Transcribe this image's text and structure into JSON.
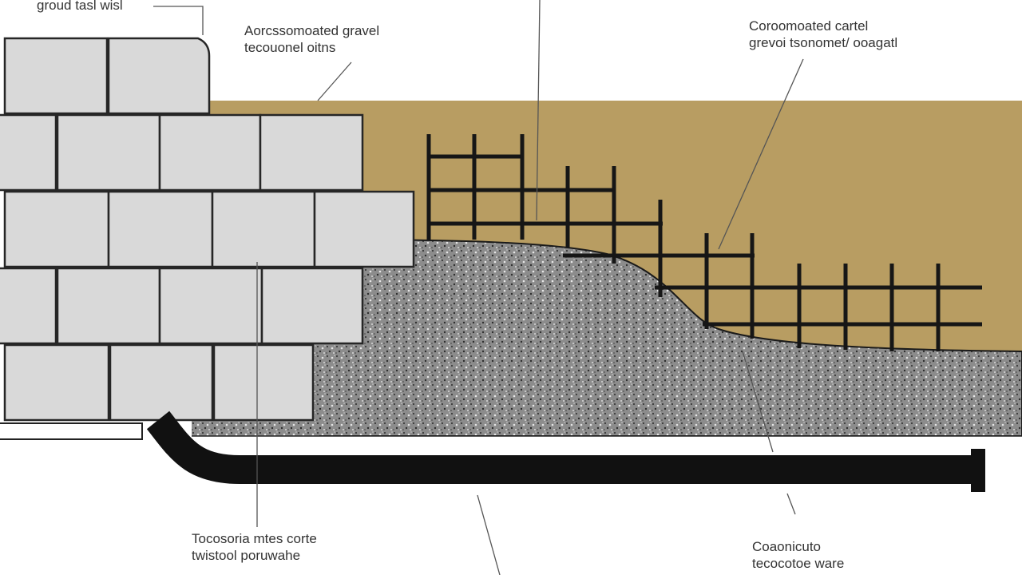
{
  "labels": {
    "top_left": [
      "groud tasl wisl"
    ],
    "top_center": [
      "Aorcssomoated gravel",
      "tecouonel oitns"
    ],
    "top_right": [
      "Coroomoated cartel",
      "grevoi tsonomet/ ooagatl"
    ],
    "bottom_left": [
      "Tocosoria mtes corte",
      "twistool poruwahe"
    ],
    "bottom_right": [
      "Coaonicuto",
      "tecocotoe ware"
    ]
  },
  "colors": {
    "soil": "#b79d63",
    "block_fill": "#dadada",
    "block_stroke": "#2a2a2a",
    "gravel": "#8a8a8a",
    "gravel_dots": "#3a3a3a",
    "pipe": "#111111",
    "geogrid": "#1a1a1a",
    "leader": "#444444",
    "background": "#ffffff"
  }
}
